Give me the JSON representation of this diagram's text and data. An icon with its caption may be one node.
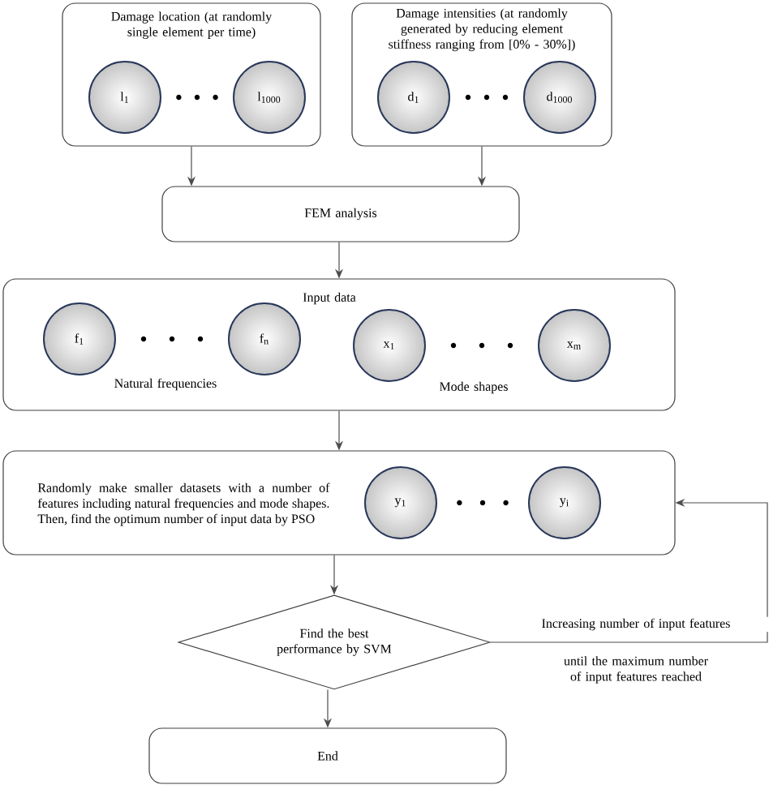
{
  "diagram": {
    "nodes": [
      {
        "text": [
          "Damage location (at randomly single element per time)"
        ]
      },
      {
        "text": [
          "l$_{1}$"
        ],
        "in": 0
      },
      {
        "text": [
          "l$_{1000}$"
        ],
        "in": 0
      },
      {
        "text": [
          "Damage intensities (at randomly generated by reducing element stiffness ranging from [0% - 30%])"
        ]
      },
      {
        "text": [
          "d$_{1}$"
        ],
        "in": 3
      },
      {
        "text": [
          "d$_{1000}$"
        ],
        "in": 3
      },
      {
        "text": [
          "FEM analysis"
        ]
      },
      {
        "text": [
          "Input data",
          "Natural frequencies",
          "Mode shapes"
        ]
      },
      {
        "text": [
          "f$_{1}$"
        ],
        "in": 7
      },
      {
        "text": [
          "f$_{n}$"
        ],
        "in": 7
      },
      {
        "text": [
          "x$_{1}$"
        ],
        "in": 7
      },
      {
        "text": [
          "x$_{m}$"
        ],
        "in": 7
      },
      {
        "text": [
          "Randomly make smaller datasets with a number of features including natural frequencies and mode shapes. Then, find the optimum number of input data by PSO"
        ]
      },
      {
        "text": [
          "y$_{1}$"
        ],
        "in": 12
      },
      {
        "text": [
          "y$_{i}$"
        ],
        "in": 12
      },
      {
        "text": [
          "Find the best performance by SVM"
        ]
      },
      {
        "text": [
          "End"
        ]
      }
    ],
    "edges": [
      {
        "from": 0,
        "to": 6,
        "arrow": "to"
      },
      {
        "from": 3,
        "to": 6,
        "arrow": "to"
      },
      {
        "from": 6,
        "to": 7,
        "arrow": "to"
      },
      {
        "from": 7,
        "to": 12,
        "arrow": "to"
      },
      {
        "from": 12,
        "to": 15,
        "arrow": "to"
      },
      {
        "from": 15,
        "to": 12,
        "arrow": "to",
        "label": "Increasing number of input features"
      },
      {
        "from": 15,
        "to": 16,
        "arrow": "to"
      }
    ],
    "labels": [
      "until the maximum number of input features reached"
    ]
  }
}
